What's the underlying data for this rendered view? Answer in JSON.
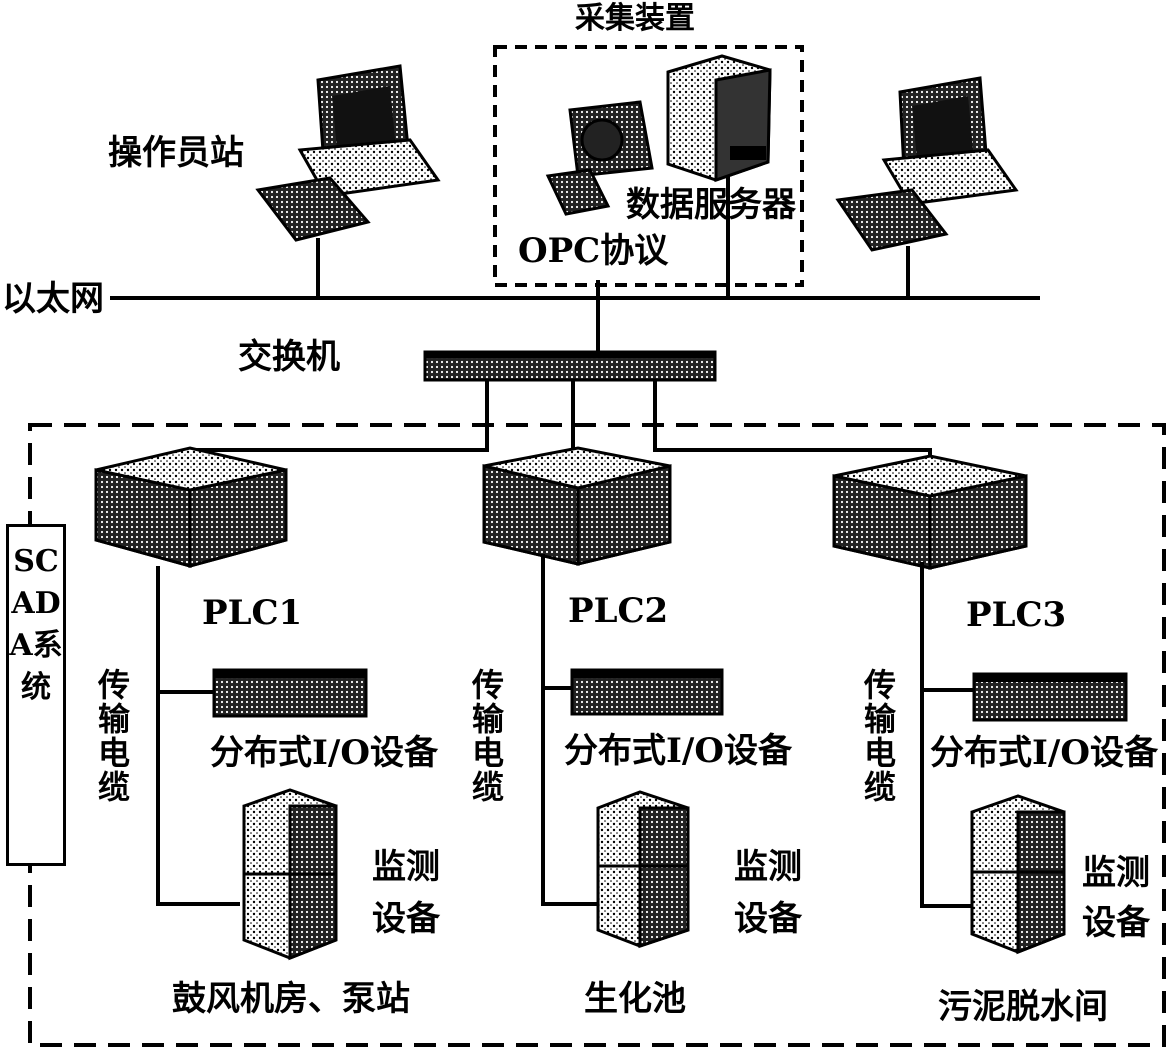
{
  "labels": {
    "collector": "采集装置",
    "operator_station": "操作员站",
    "data_server": "数据服务器",
    "opc_protocol": "OPC协议",
    "ethernet": "以太网",
    "switch": "交换机",
    "plc1": "PLC1",
    "plc2": "PLC2",
    "plc3": "PLC3",
    "cable": "传输电缆",
    "io_device": "分布式I/O设备",
    "monitor_line1": "监测",
    "monitor_line2": "设备",
    "area1": "鼓风机房、泵站",
    "area2": "生化池",
    "area3": "污泥脱水间",
    "scada_system": "SCADA系统"
  },
  "icons": [
    "workstation-icon",
    "server-icon",
    "switch-icon",
    "plc-icon",
    "io-module-icon",
    "monitor-device-icon"
  ]
}
